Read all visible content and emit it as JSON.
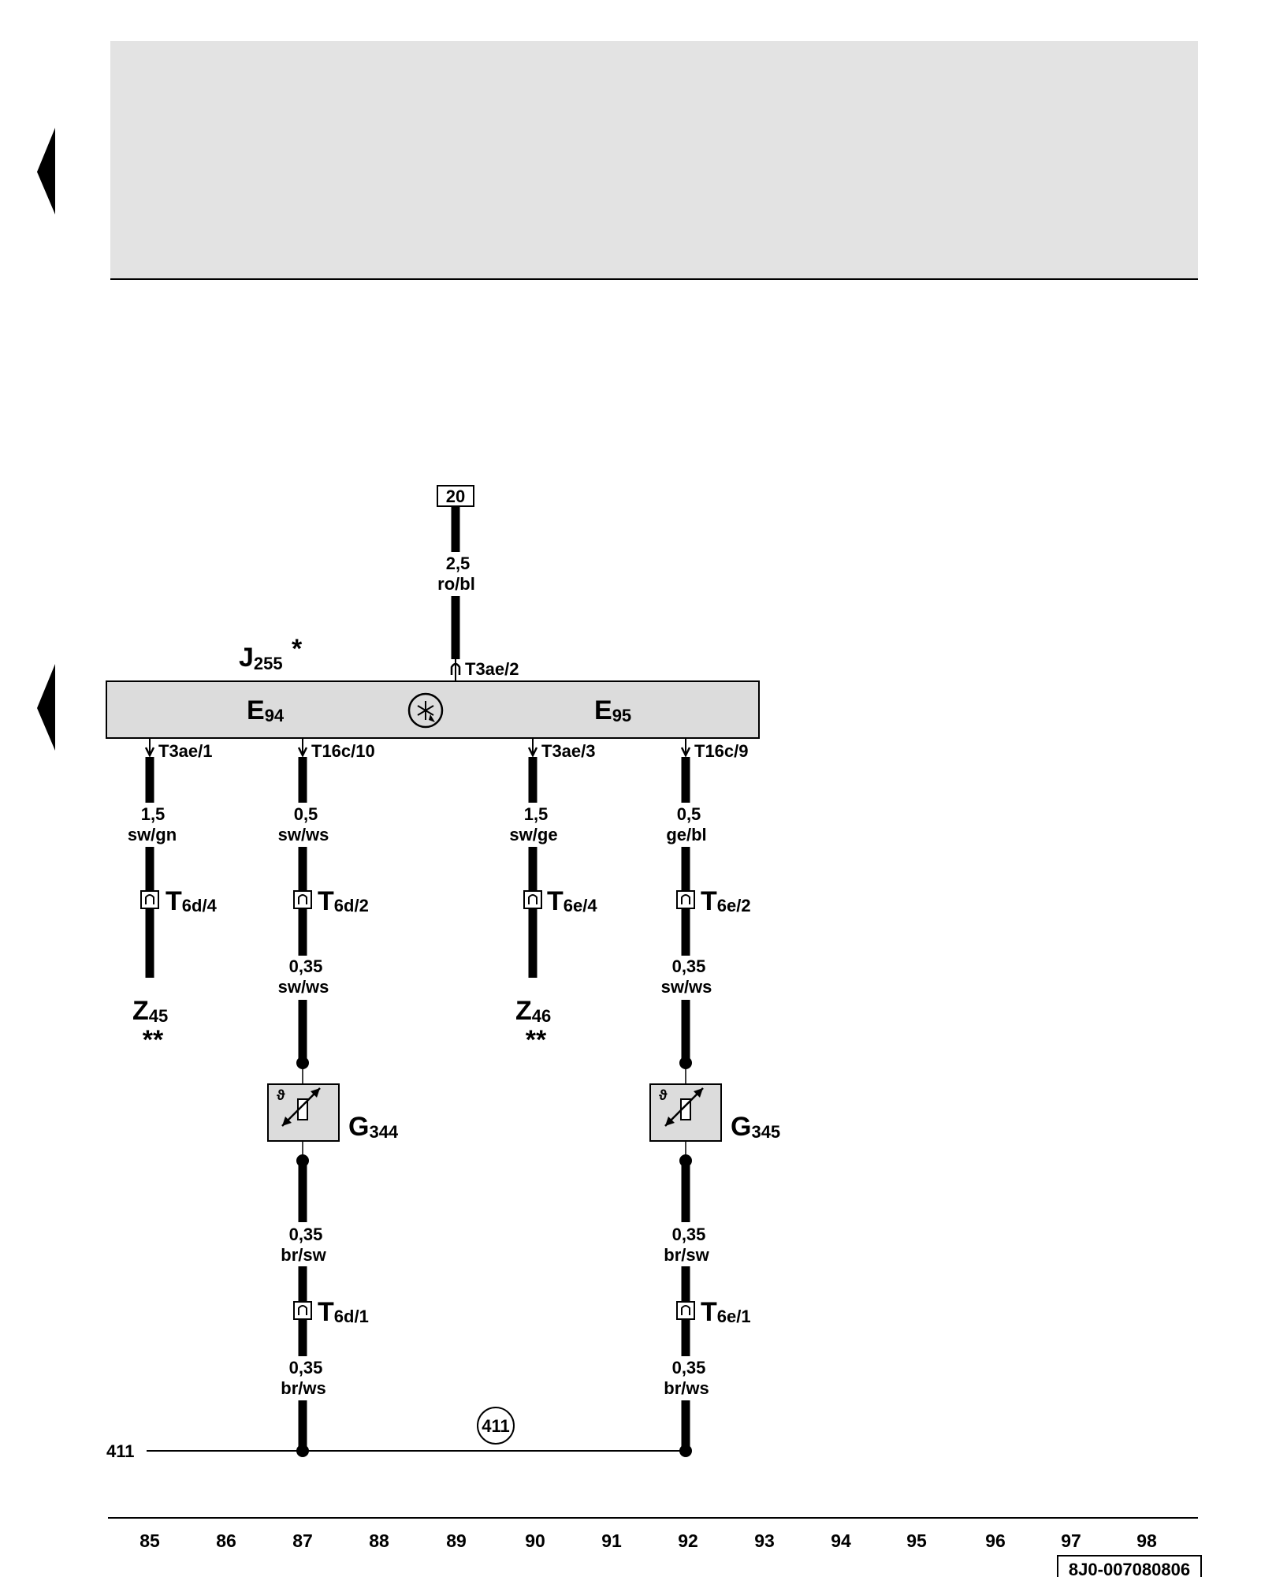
{
  "header_arrow_icon": "left-triangle-icon",
  "module": {
    "name_main": "J",
    "name_sub": "255",
    "marker": "*",
    "left_main": "E",
    "left_sub": "94",
    "right_main": "E",
    "right_sub": "95",
    "symbol_icon": "star-switch-icon"
  },
  "supply": {
    "ref": "20",
    "gauge": "2,5",
    "color": "ro/bl",
    "pin": "T3ae/2"
  },
  "wires": [
    {
      "pin": "T3ae/1",
      "gauge": "1,5",
      "color": "sw/gn",
      "conn_main": "T",
      "conn_sub": "6d/4",
      "end_main": "Z",
      "end_sub": "45",
      "end_note": "**"
    },
    {
      "pin": "T16c/10",
      "gauge": "0,5",
      "color": "sw/ws",
      "conn_main": "T",
      "conn_sub": "6d/2",
      "gauge2": "0,35",
      "color2": "sw/ws",
      "sensor_main": "G",
      "sensor_sub": "344",
      "gauge3": "0,35",
      "color3": "br/sw",
      "conn2_main": "T",
      "conn2_sub": "6d/1",
      "gauge4": "0,35",
      "color4": "br/ws"
    },
    {
      "pin": "T3ae/3",
      "gauge": "1,5",
      "color": "sw/ge",
      "conn_main": "T",
      "conn_sub": "6e/4",
      "end_main": "Z",
      "end_sub": "46",
      "end_note": "**"
    },
    {
      "pin": "T16c/9",
      "gauge": "0,5",
      "color": "ge/bl",
      "conn_main": "T",
      "conn_sub": "6e/2",
      "gauge2": "0,35",
      "color2": "sw/ws",
      "sensor_main": "G",
      "sensor_sub": "345",
      "gauge3": "0,35",
      "color3": "br/sw",
      "conn2_main": "T",
      "conn2_sub": "6e/1",
      "gauge4": "0,35",
      "color4": "br/ws"
    }
  ],
  "ground": {
    "label": "411",
    "circle": "411"
  },
  "axis": [
    "85",
    "86",
    "87",
    "88",
    "89",
    "90",
    "91",
    "92",
    "93",
    "94",
    "95",
    "96",
    "97",
    "98"
  ],
  "drawing_number": "8J0-007080806",
  "colors": {
    "header_fill": "#e3e3e3",
    "module_fill": "#dcdcdc",
    "line": "#000000"
  }
}
